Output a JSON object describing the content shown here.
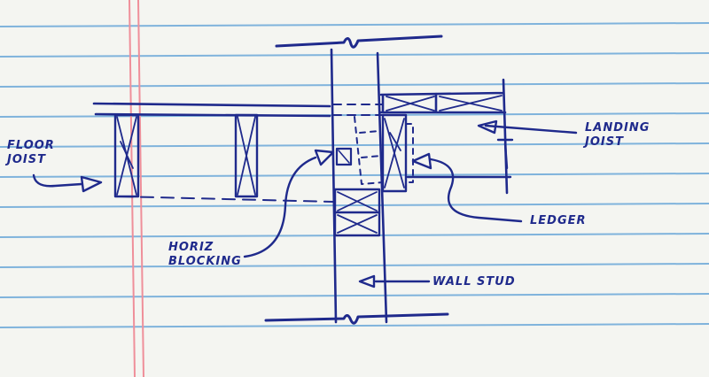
{
  "colors": {
    "paper": "#f4f5f1",
    "rule_line": "#7fb3dc",
    "margin_line": "#ef8f9a",
    "ink": "#1f2a8c"
  },
  "labels": {
    "floor_joist": "FLOOR\nJOIST",
    "landing_joist": "LANDING\nJOIST",
    "ledger": "LEDGER",
    "horiz_blocking": "HORIZ\nBLOCKING",
    "wall_stud": "WALL STUD"
  }
}
